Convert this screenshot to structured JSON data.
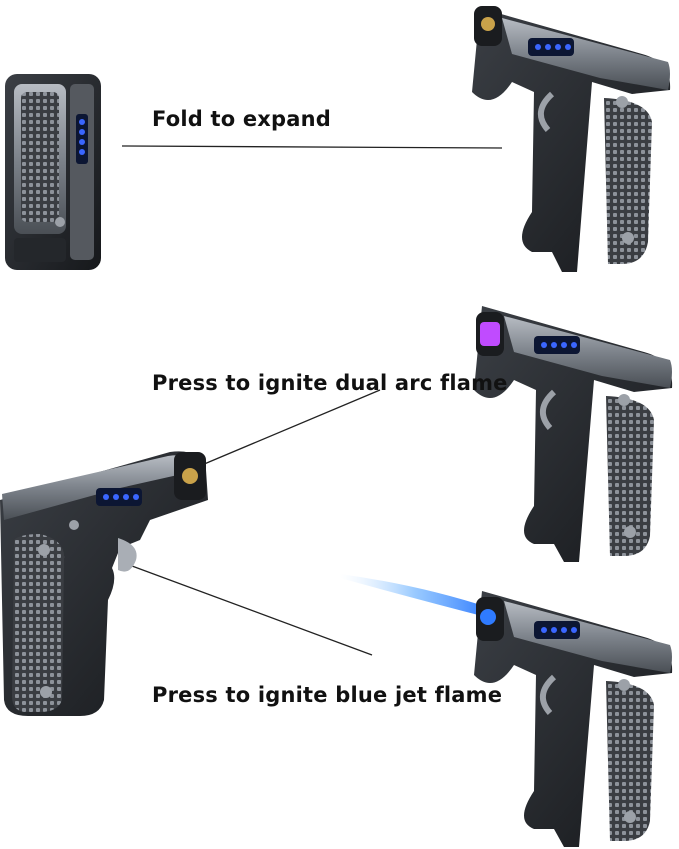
{
  "captions": {
    "fold": "Fold to expand",
    "dual_arc": "Press to ignite dual arc flame",
    "blue_jet": "Press to ignite blue jet flame"
  },
  "colors": {
    "body_dark": "#2a2d31",
    "body_metal": "#8a8f96",
    "led_blue": "#2f5bff",
    "arc_purple": "#c04bff",
    "jet_blue": "#5aa8ff"
  },
  "icons": {
    "folded": "folded-lighter-icon",
    "expanded": "expanded-lighter-icon",
    "arc": "arc-lighter-icon",
    "jet": "jet-flame-lighter-icon",
    "main": "main-lighter-icon"
  }
}
